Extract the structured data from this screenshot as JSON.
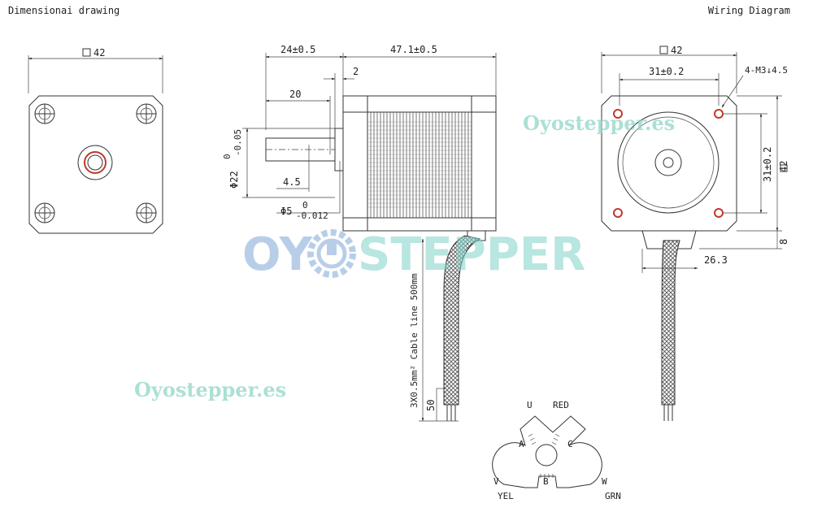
{
  "titles": {
    "left": "Dimensionai drawing",
    "right": "Wiring Diagram"
  },
  "front_view": {
    "square_label": "42"
  },
  "side_view": {
    "dim_24": "24±0.5",
    "dim_47": "47.1±0.5",
    "dim_2": "2",
    "dim_20": "20",
    "dim_4_5": "4.5",
    "dia_22": "Φ22",
    "dia_22_tol_top": "0",
    "dia_22_tol_bot": "-0.05",
    "dia_5": "Φ5",
    "dia_5_tol_top": "0",
    "dia_5_tol_bot": "-0.012",
    "cable_text": "3X0.5mm² Cable line 500mm",
    "dim_50": "50"
  },
  "rear_view": {
    "square_top": "42",
    "dim_31_h": "31±0.2",
    "holes": "4-M3↓4.5",
    "dim_31_v": "31±0.2",
    "square_side": "42",
    "dim_8": "8",
    "dim_26_3": "26.3"
  },
  "wiring": {
    "U": "U",
    "RED": "RED",
    "A": "A",
    "C": "C",
    "B": "B",
    "V": "V",
    "W": "W",
    "YEL": "YEL",
    "GRN": "GRN"
  },
  "watermarks": {
    "url": "Oyostepper.es",
    "logo_left": "OY",
    "logo_right": "STEPPER"
  },
  "colors": {
    "hole_red": "#c0392b",
    "watermark_teal": "#8fd6c8",
    "logo_blue": "#7fa7d6",
    "logo_teal": "#7fd3c8"
  }
}
